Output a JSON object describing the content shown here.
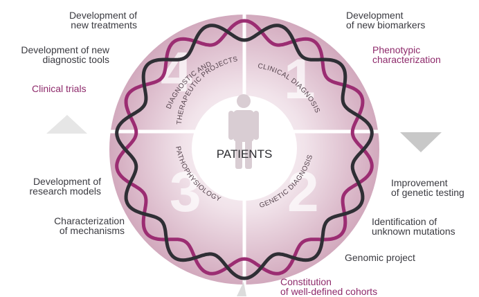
{
  "center": {
    "label": "PATIENTS"
  },
  "quadrants": [
    {
      "number": "1",
      "title": "CLINICAL DIAGNOSIS"
    },
    {
      "number": "2",
      "title": "GENETIC DIAGNOSIS"
    },
    {
      "number": "3",
      "title": "PATHOPHYSIOLOGY"
    },
    {
      "number": "4",
      "title_line1": "DIAGNOSTIC AND",
      "title_line2": "THERAPEUTIC PROJECTS"
    }
  ],
  "left_labels": {
    "treatments": {
      "line1": "Development of",
      "line2": "new treatments"
    },
    "diagnostic_tools": {
      "line1": "Development of new",
      "line2": "diagnostic tools"
    },
    "clinical_trials": "Clinical trials",
    "research_models": {
      "line1": "Development of",
      "line2": "research models"
    },
    "mechanisms": {
      "line1": "Characterization",
      "line2": "of mechanisms"
    }
  },
  "right_labels": {
    "biomarkers": {
      "line1": "Development",
      "line2": "of new biomarkers"
    },
    "phenotypic": {
      "line1": "Phenotypic",
      "line2": "characterization"
    },
    "genetic_testing": {
      "line1": "Improvement",
      "line2": "of genetic testing"
    },
    "mutations": {
      "line1": "Identification of",
      "line2": "unknown mutations"
    },
    "genomic": "Genomic project",
    "cohorts": {
      "line1": "Constitution",
      "line2": "of well-defined cohorts"
    }
  },
  "colors": {
    "dark": "#3a3a40",
    "accent": "#8e2a6b",
    "helix_dark": "#2f2f35",
    "helix_pink": "#9b2d72"
  }
}
